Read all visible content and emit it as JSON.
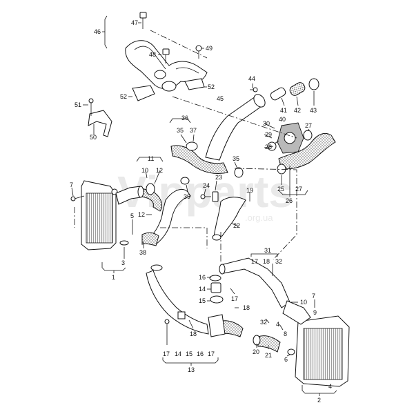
{
  "watermark": {
    "main": "Vipparts",
    "sub": ".org.ua"
  },
  "labels": {
    "n47": "47",
    "n46": "46",
    "n49": "49",
    "n48": "48",
    "n52a": "52",
    "n52b": "52",
    "n51": "51",
    "n50": "50",
    "n44": "44",
    "n45": "45",
    "n41": "41",
    "n42": "42",
    "n43": "43",
    "n40": "40",
    "n36": "36",
    "n35a": "35",
    "n37": "37",
    "n30": "30",
    "n29": "29",
    "n28": "28",
    "n27a": "27",
    "n11": "11",
    "n10a": "10",
    "n12a": "12",
    "n35b": "35",
    "n23": "23",
    "n24": "24",
    "n19": "19",
    "n25": "25",
    "n27b": "27",
    "n26": "26",
    "n7a": "7",
    "n39": "39",
    "n5": "5",
    "n12b": "12",
    "n22": "22",
    "n3": "3",
    "n38": "38",
    "n1": "1",
    "n31": "31",
    "n17a": "17",
    "n18a": "18",
    "n32a": "32",
    "n16": "16",
    "n14": "14",
    "n17b": "17",
    "n15": "15",
    "n18b": "18",
    "n10b": "10",
    "n7b": "7",
    "n9": "9",
    "n32b": "32",
    "n4a": "4",
    "n8": "8",
    "n18c": "18",
    "n20": "20",
    "n21": "21",
    "n6": "6",
    "n17c": "17",
    "n14b": "14",
    "n15b": "15",
    "n16b": "16",
    "n17d": "17",
    "n13": "13",
    "n4b": "4",
    "n2": "2"
  }
}
